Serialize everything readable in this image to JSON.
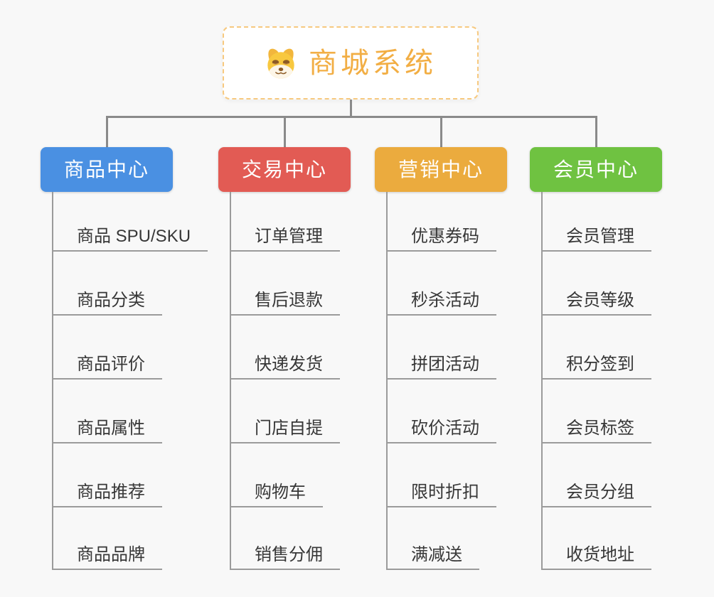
{
  "page": {
    "background": "#f8f8f8",
    "connector_color": "#8a8a8a",
    "underline_color": "#9b9b9b"
  },
  "root": {
    "title": "商城系统",
    "icon": "dog-face-icon",
    "title_color": "#f2ae44",
    "border_color": "#f7c97f"
  },
  "branches": [
    {
      "label": "商品中心",
      "color": "#4a90e2",
      "children": [
        "商品 SPU/SKU",
        "商品分类",
        "商品评价",
        "商品属性",
        "商品推荐",
        "商品品牌"
      ]
    },
    {
      "label": "交易中心",
      "color": "#e25b54",
      "children": [
        "订单管理",
        "售后退款",
        "快递发货",
        "门店自提",
        "购物车",
        "销售分佣"
      ]
    },
    {
      "label": "营销中心",
      "color": "#ebab3e",
      "children": [
        "优惠券码",
        "秒杀活动",
        "拼团活动",
        "砍价活动",
        "限时折扣",
        "满减送"
      ]
    },
    {
      "label": "会员中心",
      "color": "#6fc241",
      "children": [
        "会员管理",
        "会员等级",
        "积分签到",
        "会员标签",
        "会员分组",
        "收货地址"
      ]
    }
  ]
}
